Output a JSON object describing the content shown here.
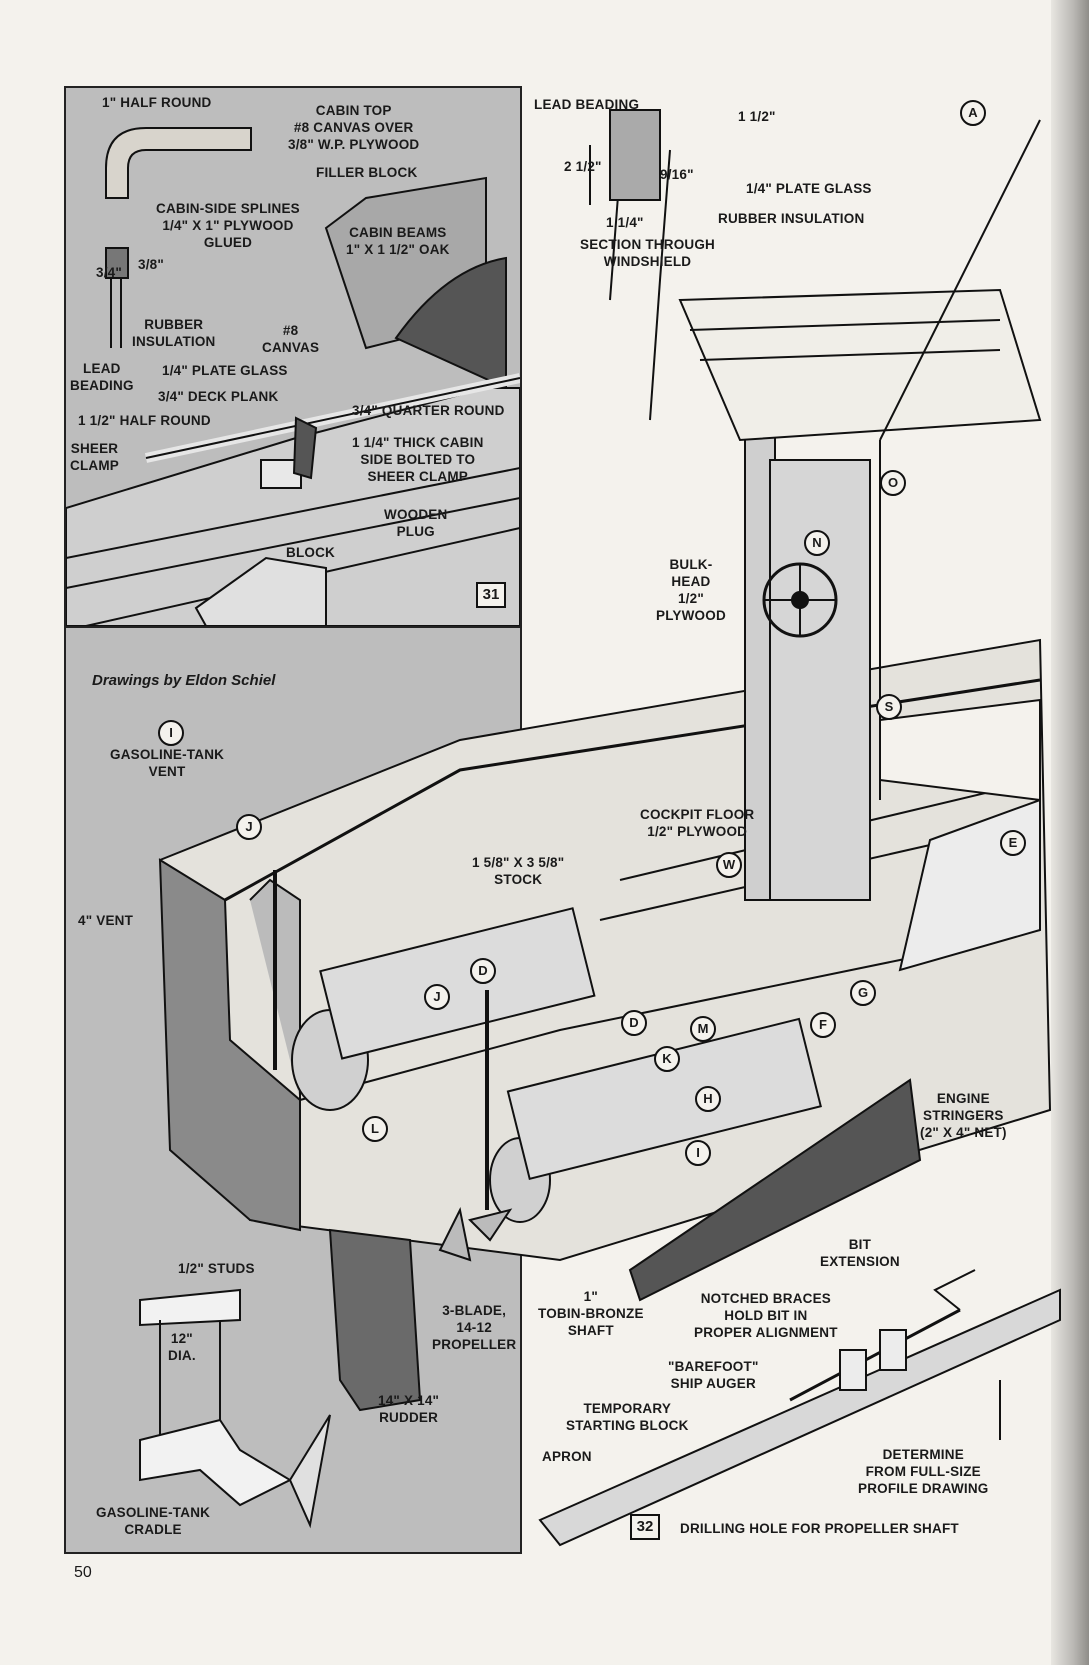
{
  "page_number": "50",
  "credit": "Drawings by Eldon Schiel",
  "figure31": {
    "number": "31",
    "labels": {
      "half_round_1": "1\" HALF ROUND",
      "cabin_top": "CABIN TOP\n#8 CANVAS OVER\n3/8\" W.P. PLYWOOD",
      "filler_block": "FILLER BLOCK",
      "cabin_side_splines": "CABIN-SIDE SPLINES\n1/4\" X 1\" PLYWOOD\nGLUED",
      "cabin_beams": "CABIN BEAMS\n1\" X 1 1/2\" OAK",
      "dim_3_4": "3/4\"",
      "dim_3_8": "3/8\"",
      "rubber_insulation": "RUBBER\nINSULATION",
      "canvas_8": "#8\nCANVAS",
      "lead_beading": "LEAD\nBEADING",
      "plate_glass": "1/4\" PLATE GLASS",
      "deck_plank": "3/4\" DECK PLANK",
      "half_round_1_5": "1 1/2\" HALF ROUND",
      "quarter_round": "3/4\" QUARTER ROUND",
      "sheer_clamp": "SHEER\nCLAMP",
      "cabin_side": "1 1/4\" THICK CABIN\nSIDE BOLTED TO\nSHEER CLAMP",
      "wooden_plug": "WOODEN\nPLUG",
      "block": "BLOCK"
    }
  },
  "windshield_section": {
    "lead_beading": "LEAD BEADING",
    "dim_1_5": "1 1/2\"",
    "dim_2_5": "2 1/2\"",
    "dim_9_16": "9/16\"",
    "dim_1_25": "1 1/4\"",
    "plate_glass": "1/4\" PLATE GLASS",
    "rubber_insulation": "RUBBER INSULATION",
    "caption": "SECTION THROUGH\nWINDSHIELD"
  },
  "main_drawing": {
    "gas_tank_vent": "GASOLINE-TANK\nVENT",
    "vent_4": "4\" VENT",
    "stock": "1 5/8\" X 3 5/8\"\nSTOCK",
    "bulkhead": "BULK-\nHEAD\n1/2\"\nPLYWOOD",
    "cockpit_floor": "COCKPIT FLOOR\n1/2\" PLYWOOD",
    "engine_stringers": "ENGINE\nSTRINGERS\n(2\" X 4\" NET)",
    "propeller": "3-BLADE,\n14-12\nPROPELLER",
    "tobin_shaft": "1\"\nTOBIN-BRONZE\nSHAFT",
    "rudder": "14\" X 14\"\nRUDDER",
    "studs": "1/2\" STUDS",
    "dia": "12\"\nDIA.",
    "cradle": "GASOLINE-TANK\nCRADLE",
    "callouts": [
      "A",
      "D",
      "D",
      "E",
      "F",
      "G",
      "H",
      "I",
      "I",
      "J",
      "J",
      "K",
      "L",
      "M",
      "N",
      "O",
      "S",
      "W"
    ]
  },
  "figure32": {
    "number": "32",
    "caption": "DRILLING HOLE FOR PROPELLER SHAFT",
    "bit_extension": "BIT\nEXTENSION",
    "notched_braces": "NOTCHED BRACES\nHOLD BIT IN\nPROPER ALIGNMENT",
    "auger": "\"BAREFOOT\"\nSHIP AUGER",
    "starting_block": "TEMPORARY\nSTARTING BLOCK",
    "apron": "APRON",
    "determine": "DETERMINE\nFROM FULL-SIZE\nPROFILE DRAWING"
  }
}
